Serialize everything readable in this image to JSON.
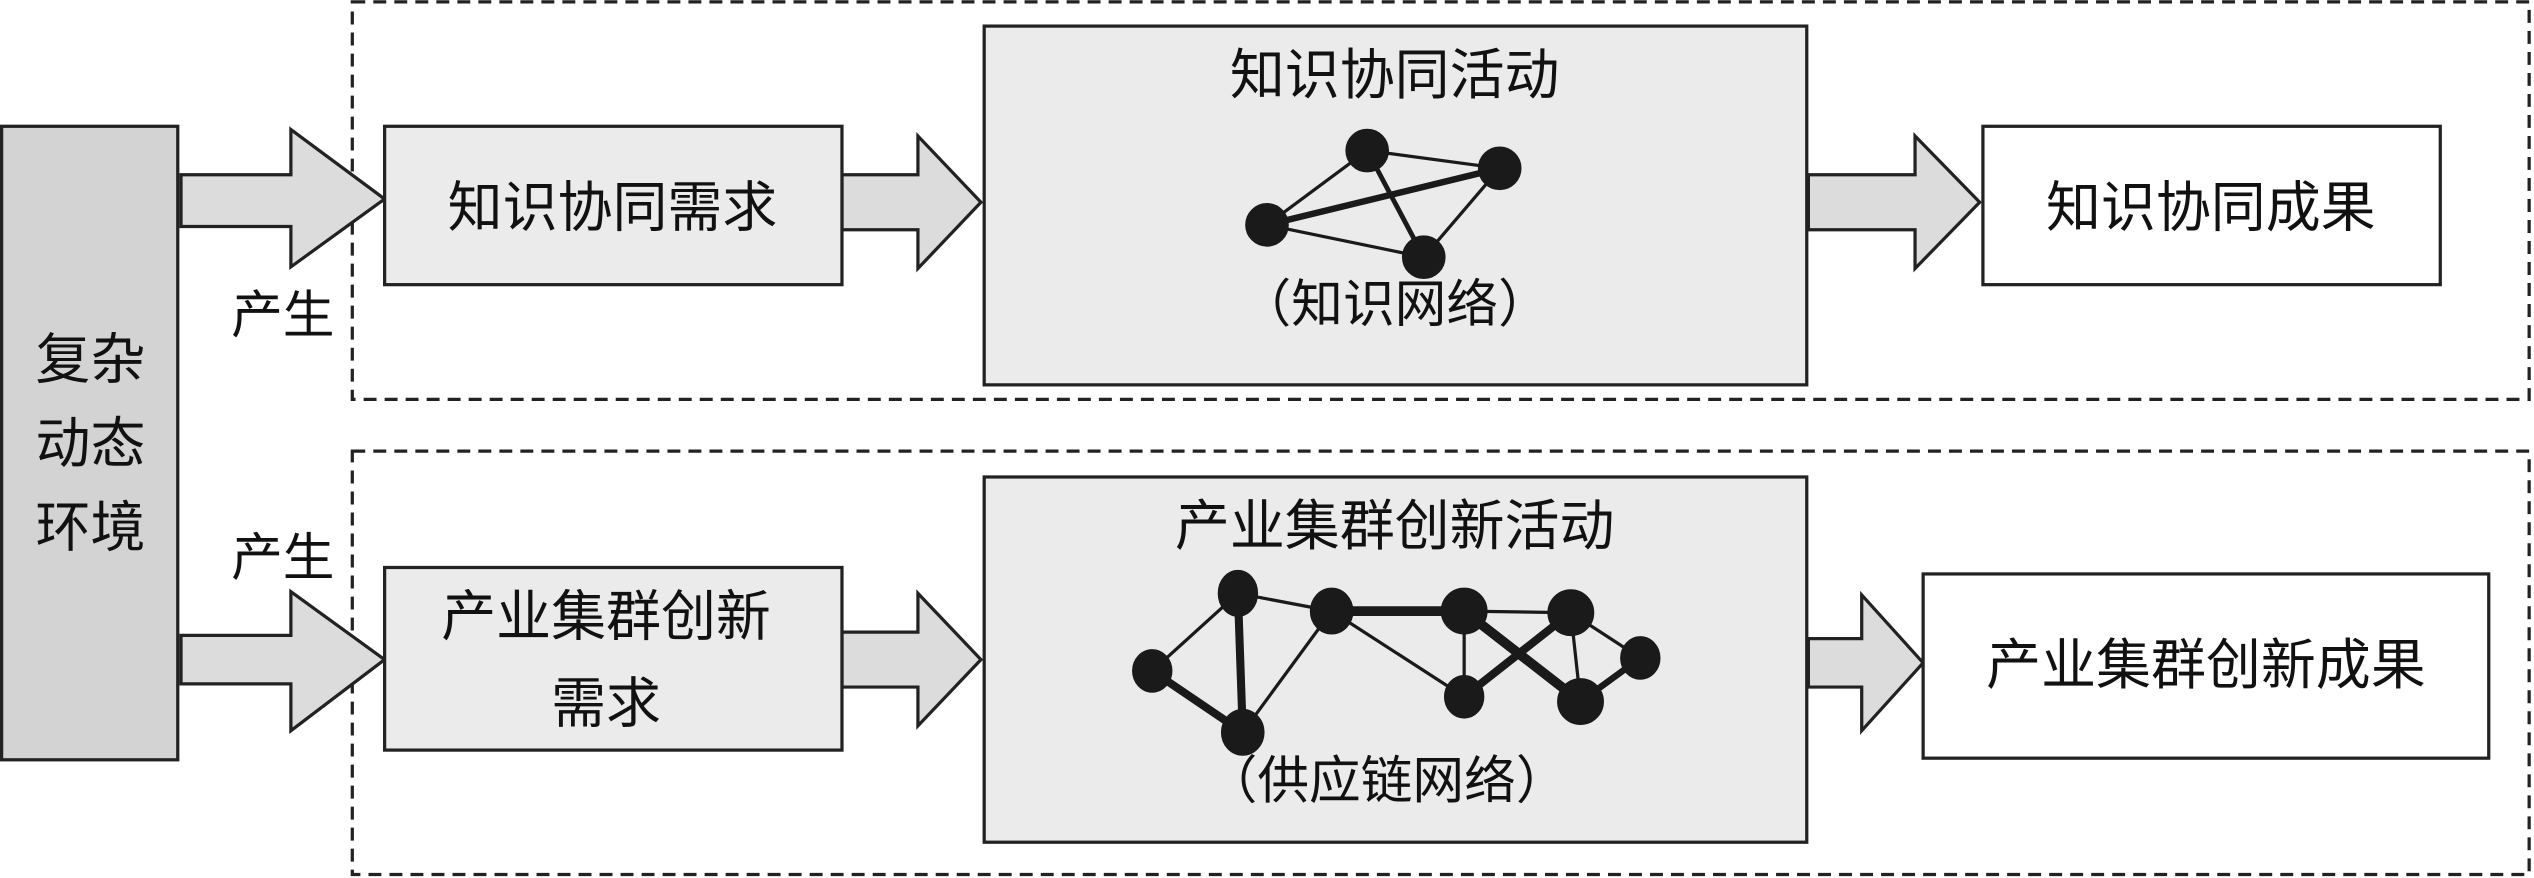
{
  "environment": {
    "lines": [
      "复杂",
      "动态",
      "环境"
    ]
  },
  "arrow_labels": {
    "top": "产生",
    "bottom": "产生"
  },
  "knowledge": {
    "demand": "知识协同需求",
    "activity_title": "知识协同活动",
    "activity_subtitle": "（知识网络）",
    "outcome": "知识协同成果"
  },
  "cluster": {
    "demand_lines": [
      "产业集群创新",
      "需求"
    ],
    "activity_title": "产业集群创新活动",
    "activity_subtitle": "（供应链网络）",
    "outcome": "产业集群创新成果"
  },
  "colors": {
    "env_fill": "#d3d3d3",
    "box_fill": "#ebebeb",
    "arrow_fill": "#dcdcdc",
    "node": "#1a1a1a"
  }
}
